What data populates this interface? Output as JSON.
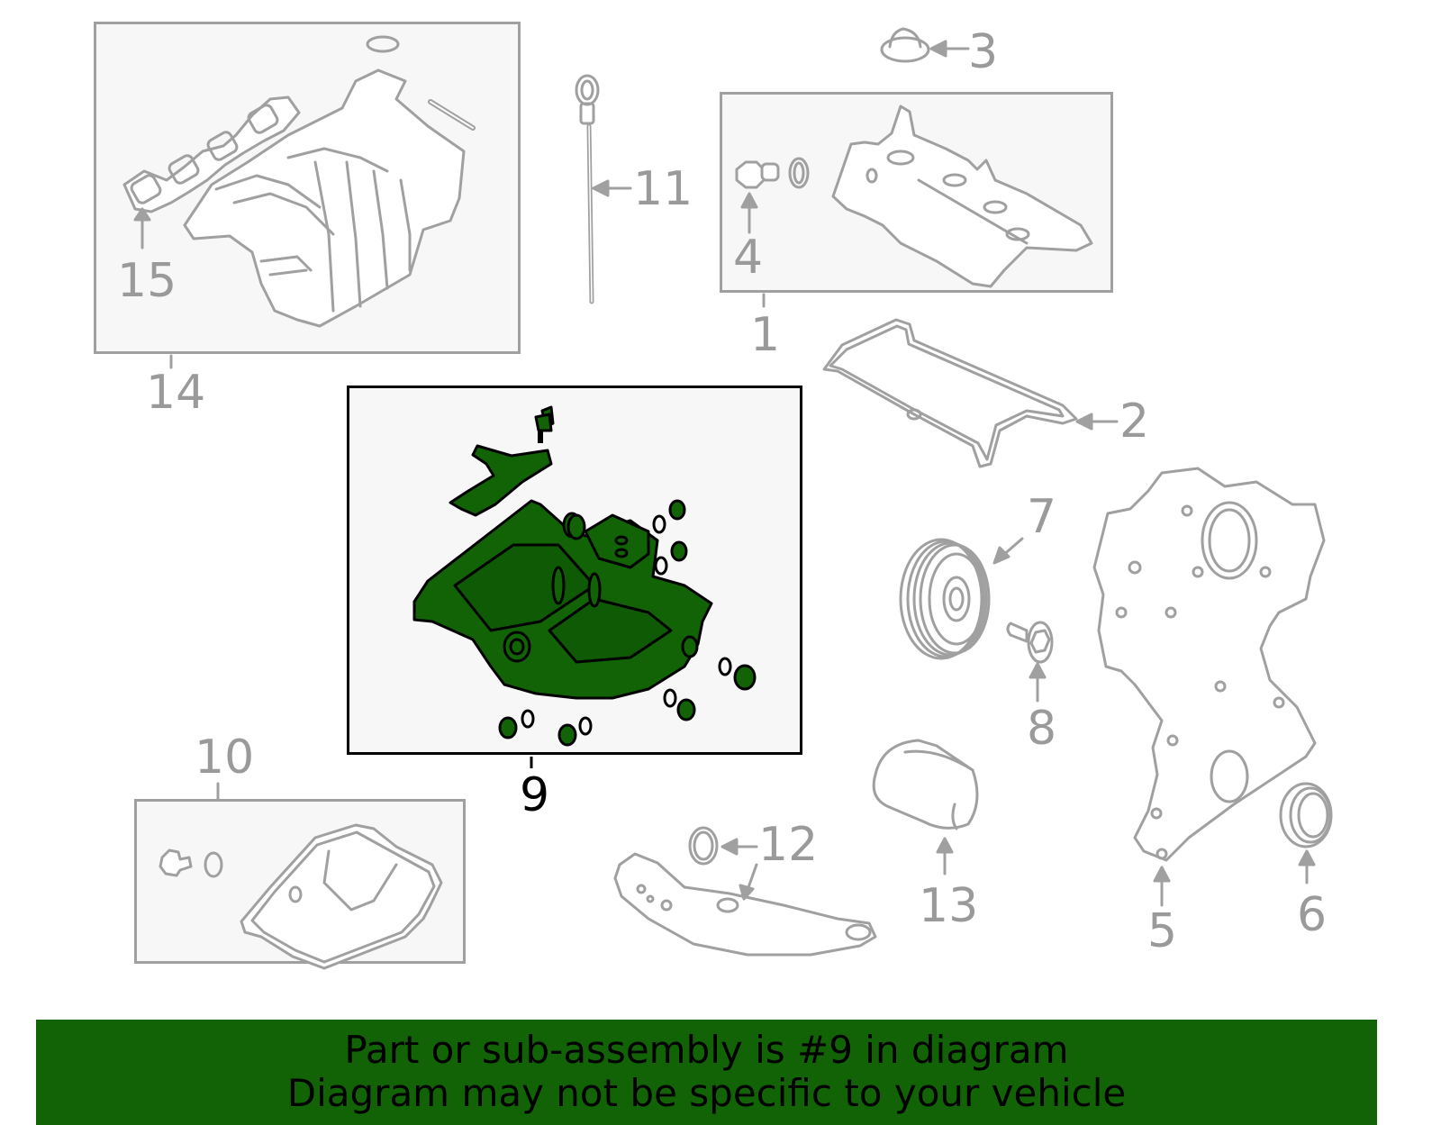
{
  "colors": {
    "highlight_green": "#116306",
    "line_gray": "#a0a0a0",
    "panel_bg": "#f7f7f7",
    "active_outline": "#000000"
  },
  "diagram": {
    "highlighted_part": "9",
    "callouts": [
      {
        "id": "1",
        "label": "1",
        "part": "valve-cover-assembly"
      },
      {
        "id": "2",
        "label": "2",
        "part": "valve-cover-gasket"
      },
      {
        "id": "3",
        "label": "3",
        "part": "oil-filler-cap"
      },
      {
        "id": "4",
        "label": "4",
        "part": "pcv-valve"
      },
      {
        "id": "5",
        "label": "5",
        "part": "timing-cover"
      },
      {
        "id": "6",
        "label": "6",
        "part": "front-crankshaft-seal"
      },
      {
        "id": "7",
        "label": "7",
        "part": "crankshaft-pulley"
      },
      {
        "id": "8",
        "label": "8",
        "part": "pulley-bolt"
      },
      {
        "id": "9",
        "label": "9",
        "part": "upper-oil-pan-assembly"
      },
      {
        "id": "10",
        "label": "10",
        "part": "lower-oil-pan-assembly"
      },
      {
        "id": "11",
        "label": "11",
        "part": "oil-dipstick"
      },
      {
        "id": "12",
        "label": "12",
        "part": "oil-pickup-tube"
      },
      {
        "id": "13",
        "label": "13",
        "part": "oil-filter"
      },
      {
        "id": "14",
        "label": "14",
        "part": "intake-manifold-assembly"
      },
      {
        "id": "15",
        "label": "15",
        "part": "intake-manifold-gasket"
      }
    ]
  },
  "banner": {
    "line1": "Part or sub-assembly is #9 in diagram",
    "line2": "Diagram may not be specific to your vehicle"
  }
}
